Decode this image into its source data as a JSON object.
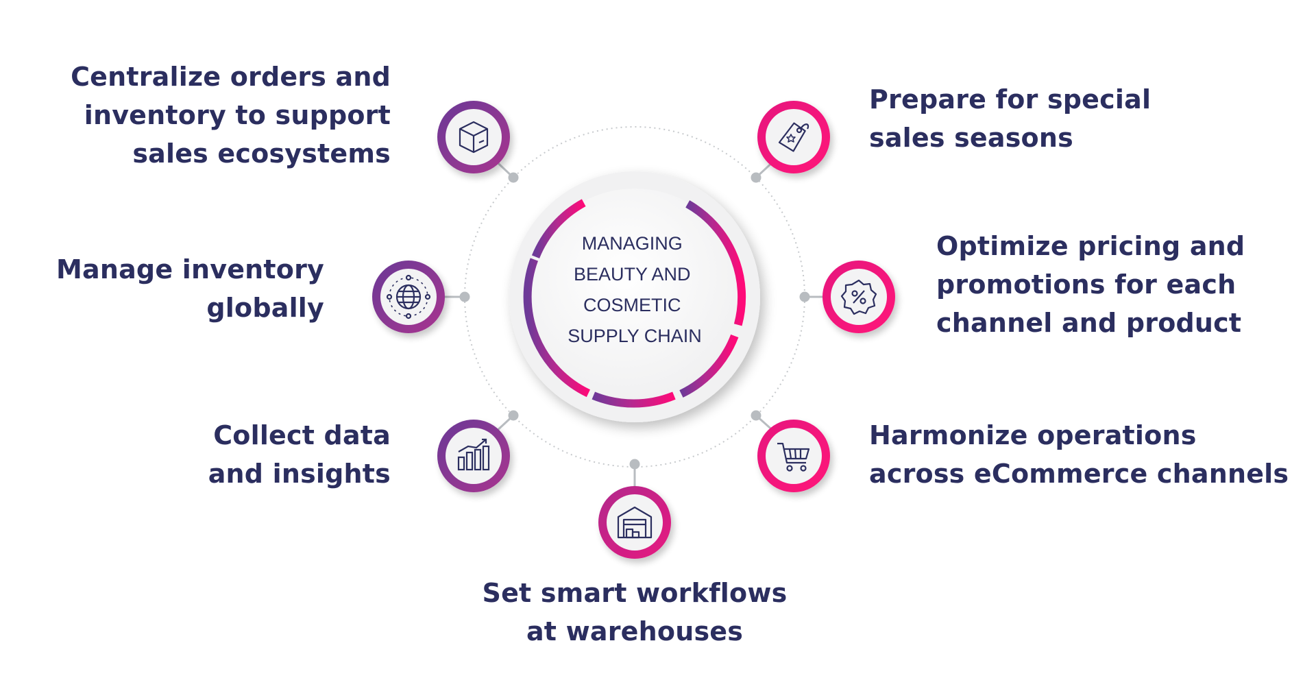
{
  "center": {
    "lines": [
      "MANAGING",
      "BEAUTY AND",
      "COSMETIC",
      "SUPPLY CHAIN"
    ]
  },
  "colors": {
    "purple": "#7b3b98",
    "magenta": "#ee137d",
    "text": "#2b2e5f",
    "connector": "#b8bcc0"
  },
  "nodes": [
    {
      "icon": "box-icon",
      "lines": [
        "Centralize orders and",
        "inventory to support",
        "sales ecosystems"
      ]
    },
    {
      "icon": "globe-icon",
      "lines": [
        "Manage inventory",
        "globally"
      ]
    },
    {
      "icon": "bar-chart-icon",
      "lines": [
        "Collect data",
        "and insights"
      ]
    },
    {
      "icon": "warehouse-icon",
      "lines": [
        "Set smart workflows",
        "at warehouses"
      ]
    },
    {
      "icon": "shopping-cart-icon",
      "lines": [
        "Harmonize operations",
        "across eCommerce channels"
      ]
    },
    {
      "icon": "percent-badge-icon",
      "lines": [
        "Optimize pricing and",
        "promotions for each",
        "channel and product"
      ]
    },
    {
      "icon": "price-tag-icon",
      "lines": [
        "Prepare for special",
        "sales seasons"
      ]
    }
  ]
}
